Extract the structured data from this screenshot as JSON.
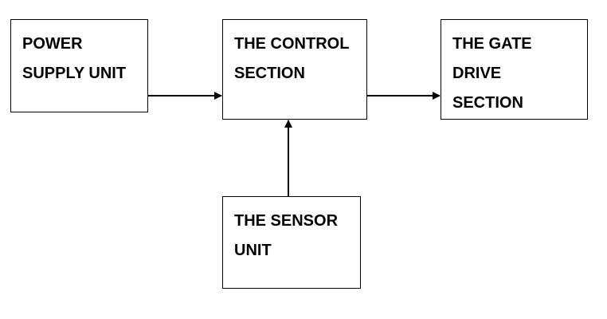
{
  "diagram": {
    "blocks": {
      "power_supply": "POWER\nSUPPLY UNIT",
      "control": "THE CONTROL\nSECTION",
      "gate_drive": "THE GATE\nDRIVE\nSECTION",
      "sensor": "THE SENSOR\nUNIT"
    },
    "connections": [
      {
        "from": "power_supply",
        "to": "control"
      },
      {
        "from": "control",
        "to": "gate_drive"
      },
      {
        "from": "sensor",
        "to": "control"
      }
    ],
    "colors": {
      "stroke": "#000000",
      "text": "#000000",
      "background": "#ffffff"
    }
  }
}
